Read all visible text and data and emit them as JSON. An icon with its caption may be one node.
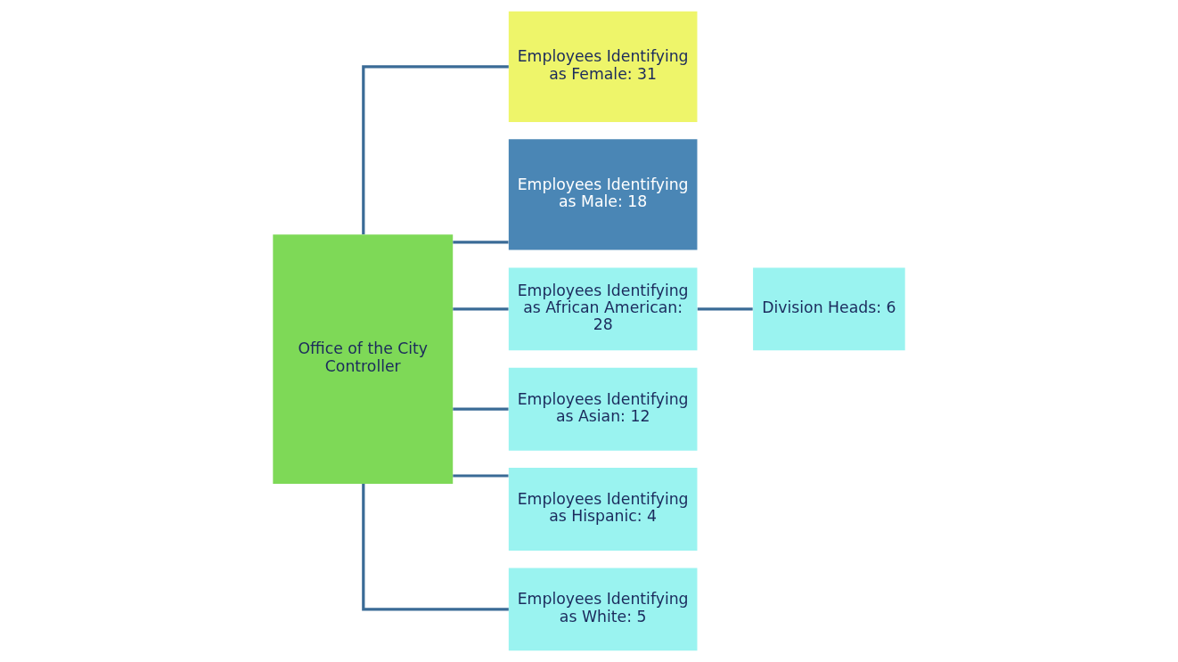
{
  "diagram": {
    "nodes": [
      {
        "text": [
          "Office of the City Controller"
        ]
      },
      {
        "text": [
          "Employees Identifying as Female: 31"
        ]
      },
      {
        "text": [
          "Employees Identifying as Male: 18"
        ]
      },
      {
        "text": [
          "Employees Identifying as African American: 28"
        ]
      },
      {
        "text": [
          "Employees Identifying as Asian: 12"
        ]
      },
      {
        "text": [
          "Employees Identifying as Hispanic: 4"
        ]
      },
      {
        "text": [
          "Employees Identifying as White: 5"
        ]
      },
      {
        "text": [
          "Division Heads: 6"
        ]
      }
    ],
    "edges": [
      {
        "from": 0,
        "to": 1,
        "arrow": "none"
      },
      {
        "from": 0,
        "to": 2,
        "arrow": "none"
      },
      {
        "from": 0,
        "to": 3,
        "arrow": "none"
      },
      {
        "from": 0,
        "to": 4,
        "arrow": "none"
      },
      {
        "from": 0,
        "to": 5,
        "arrow": "none"
      },
      {
        "from": 0,
        "to": 6,
        "arrow": "none"
      },
      {
        "from": 3,
        "to": 7,
        "arrow": "none"
      }
    ]
  }
}
